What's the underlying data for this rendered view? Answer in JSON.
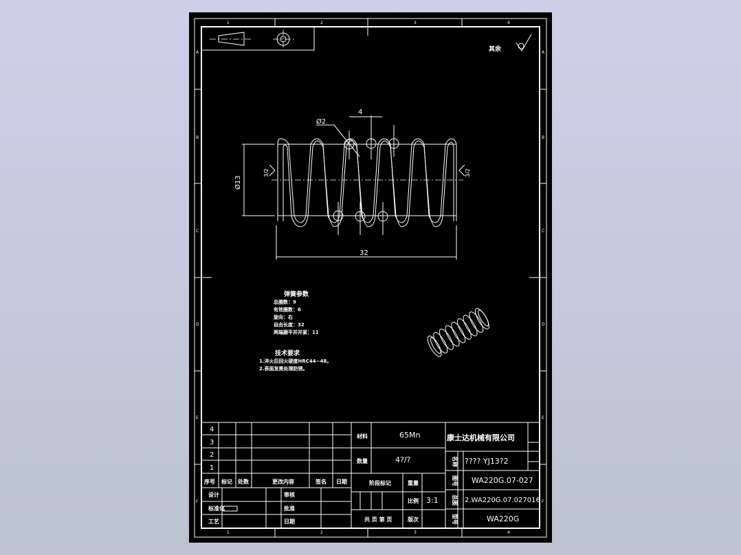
{
  "frame": {
    "col_markers": [
      "1",
      "2",
      "3",
      "4"
    ],
    "row_markers": [
      "A",
      "B",
      "C",
      "D",
      "E",
      "F"
    ]
  },
  "top_right": {
    "roughness_label": "其余"
  },
  "dimensions": {
    "wire_dia": "Ø2",
    "pitch": "4",
    "coil_dia": "Ø13",
    "free_length": "32",
    "end_left": "3/2",
    "end_right": "3/2"
  },
  "params": {
    "title": "弹簧参数",
    "lines": [
      "总圈数：9",
      "有效圈数：6",
      "旋向：右",
      "自由长度：32",
      "两端磨平并并紧：11"
    ]
  },
  "tech": {
    "title": "技术要求",
    "lines": [
      "1.淬火后回火硬度HRC44~48。",
      "2.表面发黑处理防锈。"
    ]
  },
  "revision_rows": [
    "4",
    "3",
    "2",
    "1"
  ],
  "rev_header": [
    "序号",
    "标记",
    "处数",
    "更改内容",
    "签名",
    "日期"
  ],
  "sign": {
    "design": "设计",
    "standard": "标准化",
    "check": "审核",
    "approve": "批准",
    "proc": "工艺",
    "date": "日期"
  },
  "material": {
    "label": "材料",
    "value": "65Mn"
  },
  "quantity": {
    "label": "数量",
    "value": "4?/?"
  },
  "stage": {
    "label": "阶段标记",
    "weight": "重量",
    "scale_label": "比例",
    "scale": "3:1",
    "sheets": "共 页 第 页",
    "version": "版次"
  },
  "company": "康士达机械有限公司",
  "title_block": {
    "name_label": "名称",
    "name": "???? YJ13?2",
    "drawing_no_label": "图号",
    "drawing_no": "WA220G.07-027",
    "assembly_label": "总图",
    "assembly": "2.WA220G.07.027016",
    "model_label": "型号",
    "model": "WA220G"
  }
}
